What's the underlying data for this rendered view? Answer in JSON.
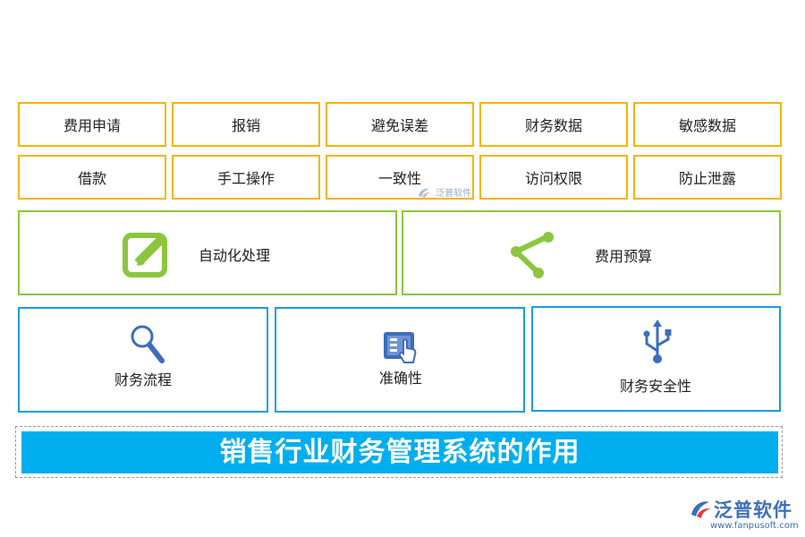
{
  "yellow_row1": [
    "费用申请",
    "报销",
    "避免误差",
    "财务数据",
    "敏感数据"
  ],
  "yellow_row2": [
    "借款",
    "手工操作",
    "一致性",
    "访问权限",
    "防止泄露"
  ],
  "green": {
    "left": {
      "label": "自动化处理",
      "icon": "edit-icon"
    },
    "right": {
      "label": "费用预算",
      "icon": "share-icon"
    }
  },
  "blue": [
    {
      "label": "财务流程",
      "icon": "search-icon"
    },
    {
      "label": "准确性",
      "icon": "tablet-touch-icon"
    },
    {
      "label": "财务安全性",
      "icon": "usb-icon"
    }
  ],
  "title": "销售行业财务管理系统的作用",
  "watermark": {
    "center_text": "泛普软件",
    "corner_text": "泛普软件",
    "corner_url": "www.fanpusoft.com"
  },
  "colors": {
    "yellow": "#f7b500",
    "green": "#8cc63f",
    "blue_border": "#1a9ee0",
    "title_bar": "#00aeef",
    "icon_blue": "#3c6ebd"
  }
}
